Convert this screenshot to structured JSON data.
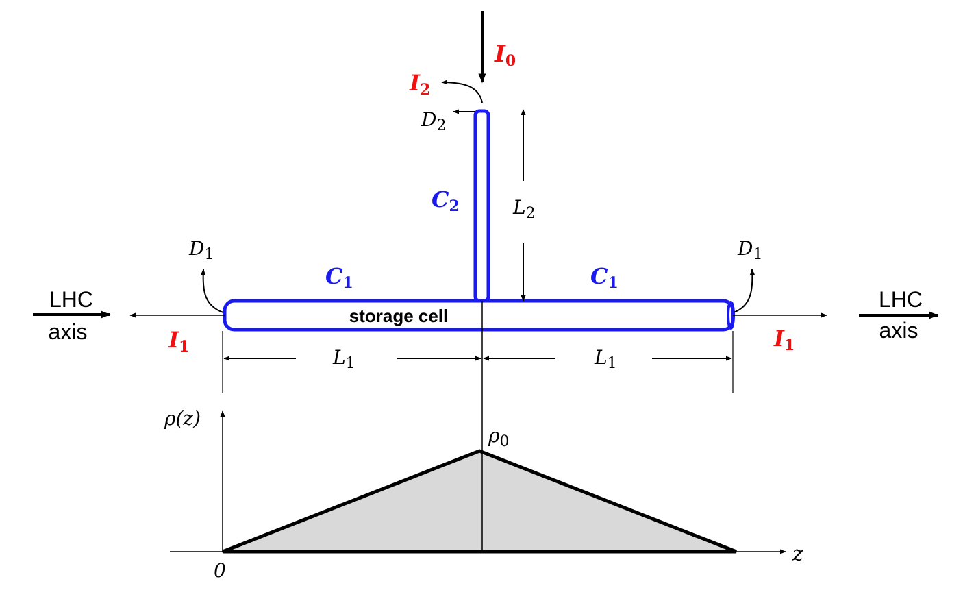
{
  "colors": {
    "tube": "#1a1aee",
    "flux": "#ee1111",
    "line": "#000000",
    "fill": "#d9d9d9"
  },
  "labels": {
    "I0": {
      "main": "I",
      "sub": "0"
    },
    "I1": {
      "main": "I",
      "sub": "1"
    },
    "I2": {
      "main": "I",
      "sub": "2"
    },
    "C1": {
      "main": "C",
      "sub": "1"
    },
    "C2": {
      "main": "C",
      "sub": "2"
    },
    "D1": {
      "main": "D",
      "sub": "1"
    },
    "D2": {
      "main": "D",
      "sub": "2"
    },
    "L1": {
      "main": "L",
      "sub": "1"
    },
    "L2": {
      "main": "L",
      "sub": "2"
    },
    "rho0": {
      "main": "ρ",
      "sub": "0"
    },
    "rho_z": "ρ(z)",
    "z": "z",
    "zero": "0",
    "storage_cell": "storage cell",
    "lhc_line1": "LHC",
    "lhc_line2": "axis"
  }
}
